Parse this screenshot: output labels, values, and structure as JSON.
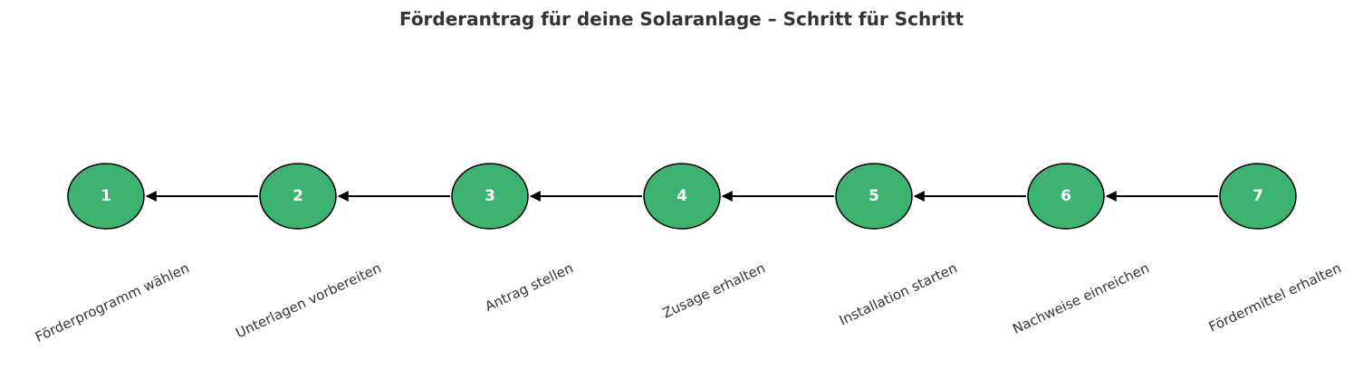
{
  "title": "Förderantrag für deine Solaranlage – Schritt für Schritt",
  "node_color": "#3cb371",
  "arrow_direction": "right-to-left",
  "steps": [
    {
      "number": "1",
      "label": "Förderprogramm wählen"
    },
    {
      "number": "2",
      "label": "Unterlagen vorbereiten"
    },
    {
      "number": "3",
      "label": "Antrag stellen"
    },
    {
      "number": "4",
      "label": "Zusage erhalten"
    },
    {
      "number": "5",
      "label": "Installation starten"
    },
    {
      "number": "6",
      "label": "Nachweise einreichen"
    },
    {
      "number": "7",
      "label": "Fördermittel erhalten"
    }
  ]
}
